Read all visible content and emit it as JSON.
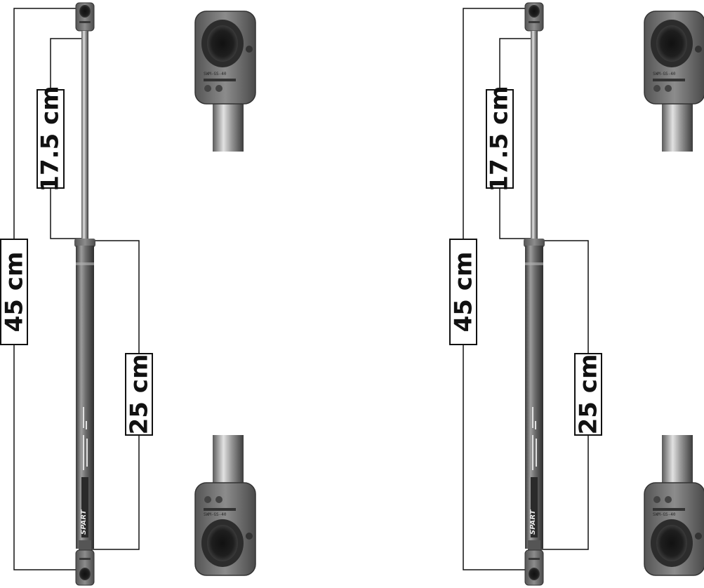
{
  "panels": [
    {
      "id": "left",
      "dimensions": {
        "overall": "45 cm",
        "rod": "17.5 cm",
        "body": "25 cm"
      },
      "brand": "SPART",
      "end_fitting_mark": "SWM-GS-40"
    },
    {
      "id": "right",
      "dimensions": {
        "overall": "45 cm",
        "rod": "17.5 cm",
        "body": "25 cm"
      },
      "brand": "SPART",
      "end_fitting_mark": "SWM-GS-40"
    }
  ],
  "colors": {
    "metal_dark": "#4a4a4a",
    "metal_mid": "#8a8a8a",
    "metal_light": "#d6d6d6",
    "line": "#111111"
  }
}
